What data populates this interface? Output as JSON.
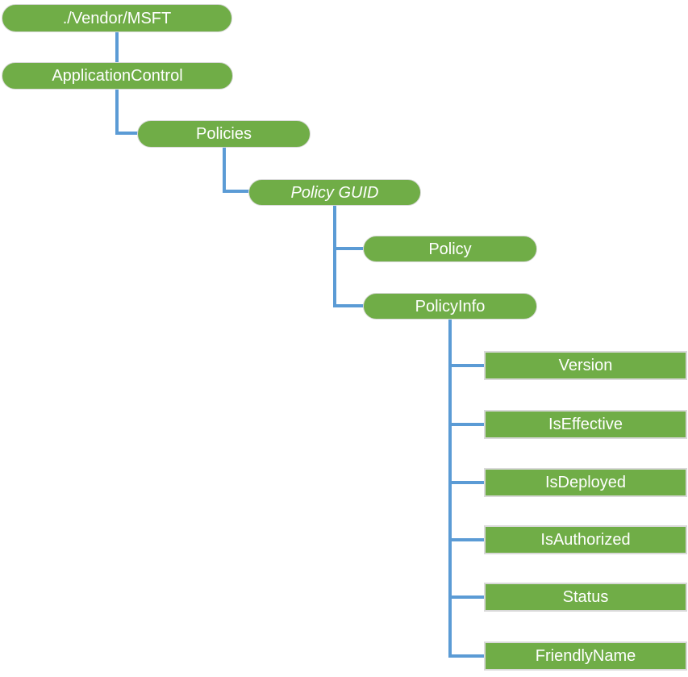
{
  "diagram": {
    "type": "tree",
    "description": "CSP node hierarchy tree diagram",
    "colors": {
      "node_green": "#70AD47",
      "connector_blue": "#5B9BD5",
      "leaf_border": "#D9D9D9",
      "text_white": "#FFFFFF"
    },
    "nodes": {
      "root": "./Vendor/MSFT",
      "application_control": "ApplicationControl",
      "policies": "Policies",
      "policy_guid": "Policy GUID",
      "policy": "Policy",
      "policy_info": "PolicyInfo"
    },
    "leaves": [
      {
        "label": "Version"
      },
      {
        "label": "IsEffective"
      },
      {
        "label": "IsDeployed"
      },
      {
        "label": "IsAuthorized"
      },
      {
        "label": "Status"
      },
      {
        "label": "FriendlyName"
      }
    ]
  }
}
